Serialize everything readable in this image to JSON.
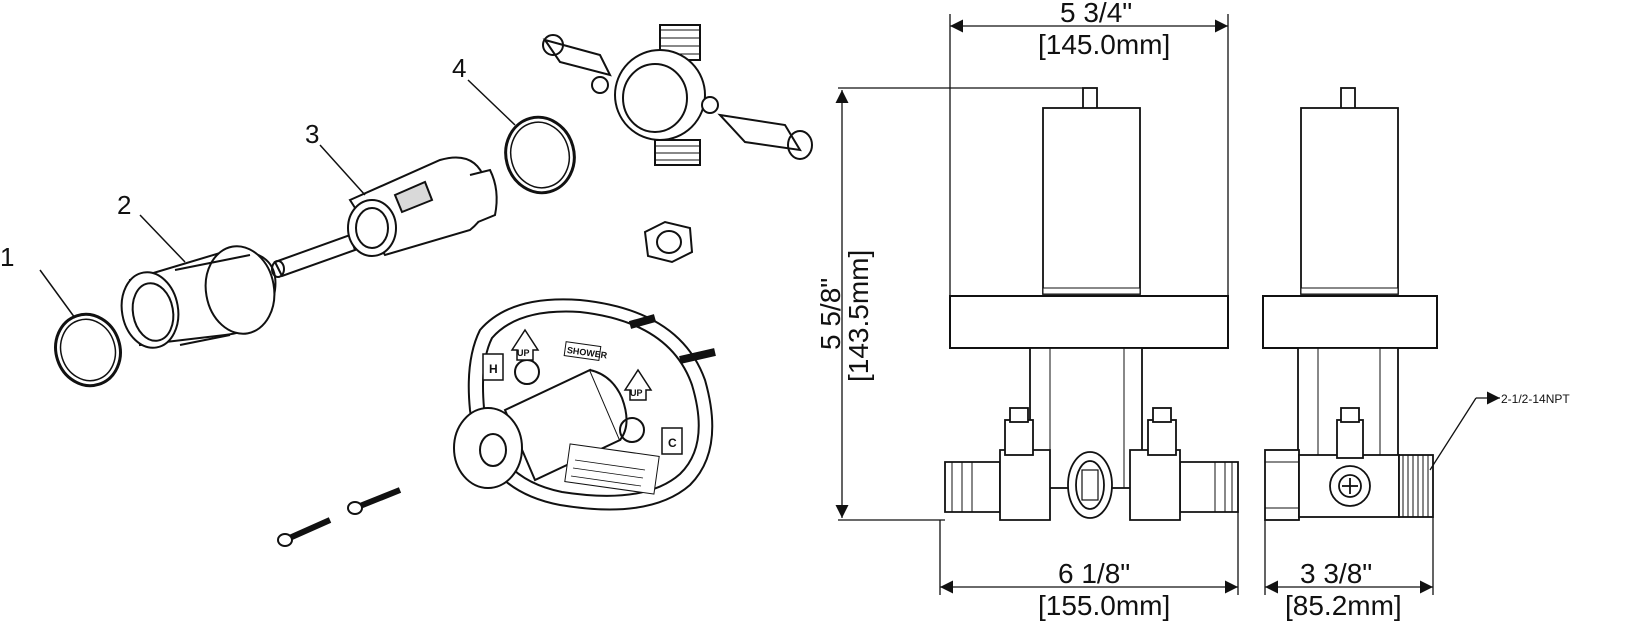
{
  "callouts": {
    "c1": "1",
    "c2": "2",
    "c3": "3",
    "c4": "4"
  },
  "dimensions": {
    "top_width_in": "5 3/4\"",
    "top_width_mm": "[145.0mm]",
    "height_in": "5 5/8\"",
    "height_mm": "[143.5mm]",
    "bottom_width_in": "6 1/8\"",
    "bottom_width_mm": "[155.0mm]",
    "side_width_in": "3 3/8\"",
    "side_width_mm": "[85.2mm]",
    "thread_note": "2-1/2-14NPT"
  },
  "plate_labels": {
    "hot": "H",
    "cold": "C",
    "up": "UP",
    "shower": "SHOWER"
  },
  "colors": {
    "line": "#111111",
    "fill": "#ffffff",
    "shade": "#d9d9d9"
  }
}
